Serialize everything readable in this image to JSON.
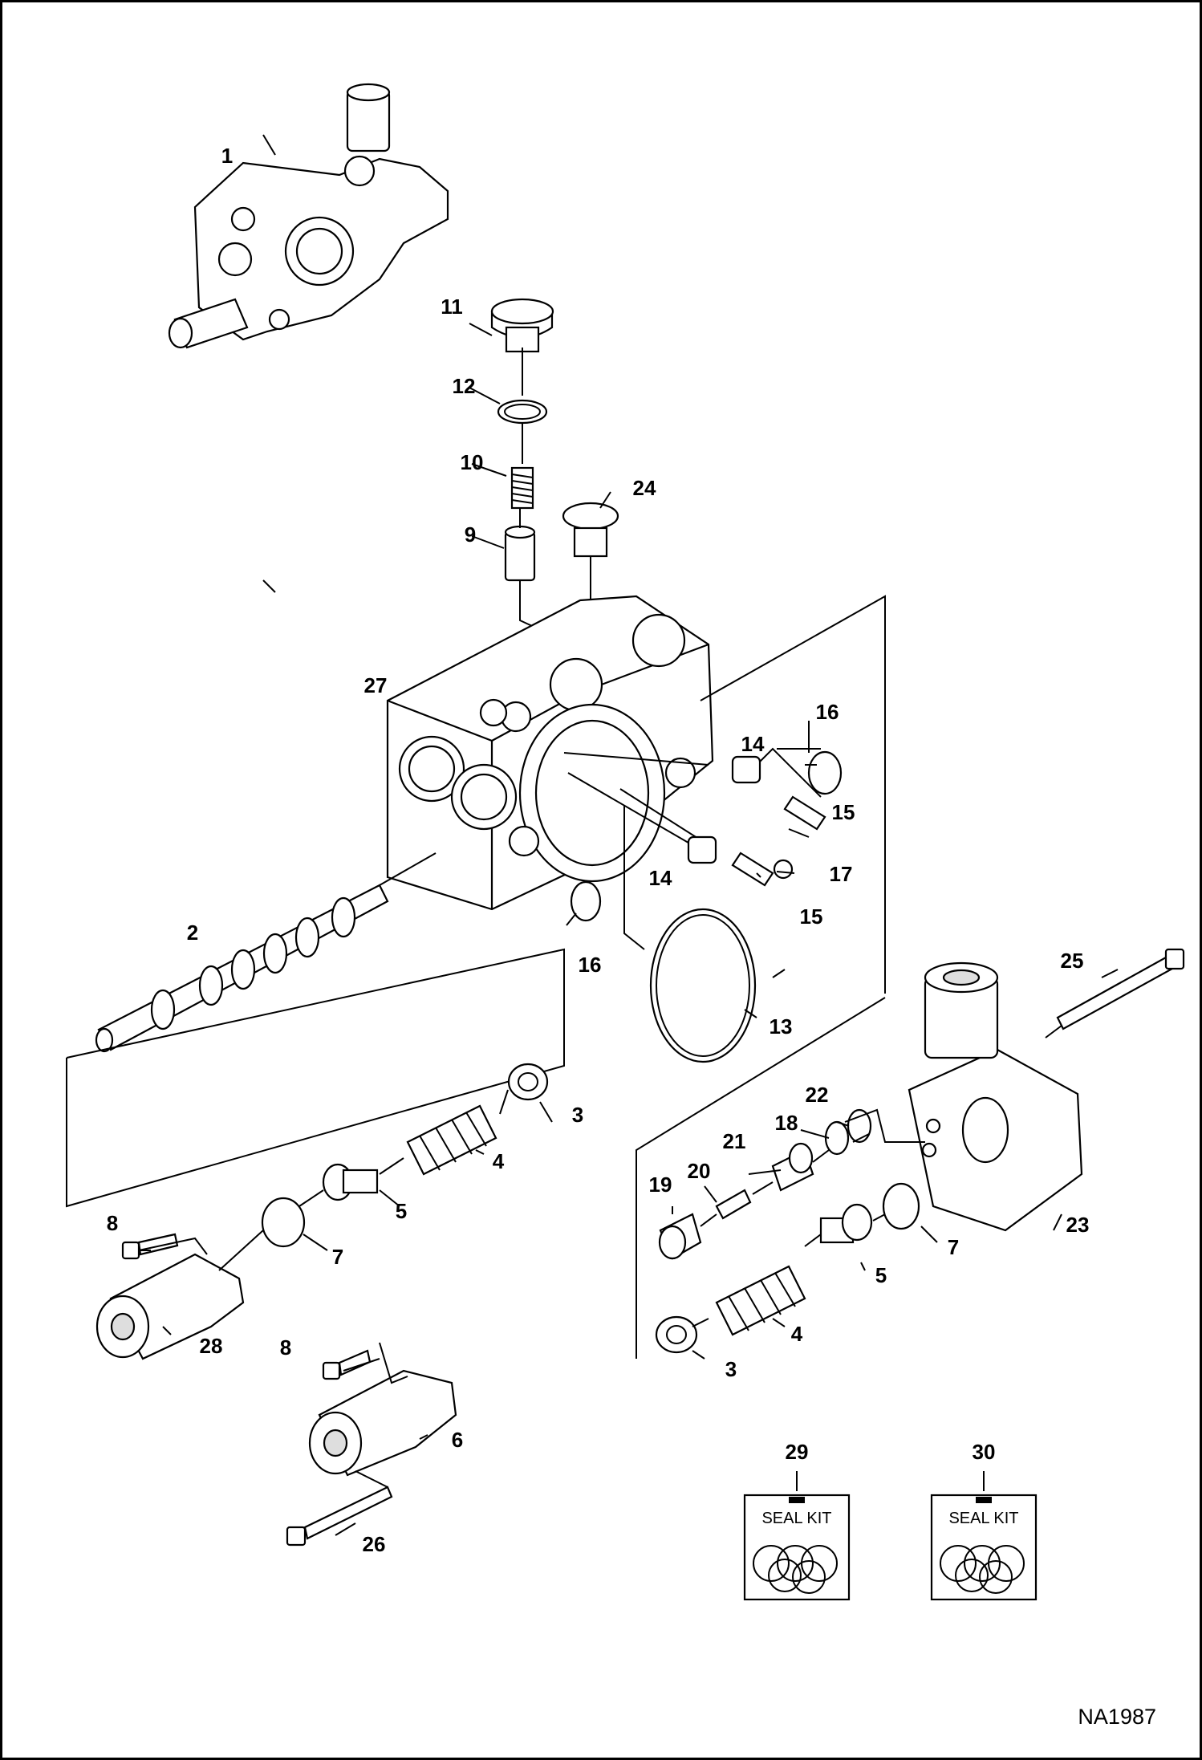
{
  "callouts": [
    "1",
    "2",
    "3",
    "3",
    "4",
    "4",
    "5",
    "5",
    "6",
    "7",
    "7",
    "8",
    "8",
    "9",
    "10",
    "11",
    "12",
    "13",
    "14",
    "14",
    "15",
    "15",
    "16",
    "16",
    "17",
    "18",
    "19",
    "20",
    "21",
    "22",
    "23",
    "24",
    "25",
    "26",
    "27",
    "28",
    "29",
    "30"
  ],
  "seal_kits": [
    {
      "number": "29",
      "label": "SEAL KIT"
    },
    {
      "number": "30",
      "label": "SEAL KIT"
    }
  ],
  "drawing_ref": "NA1987"
}
